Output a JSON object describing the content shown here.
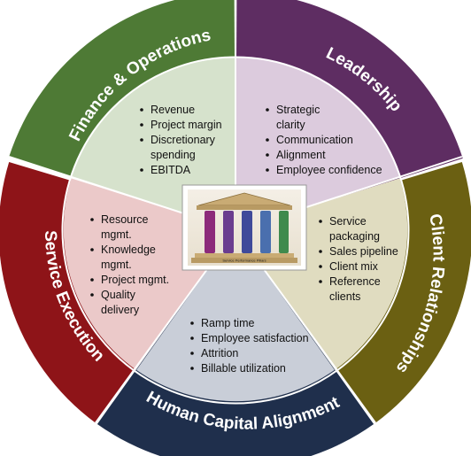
{
  "diagram": {
    "center_caption": "Service Performance Pillars",
    "segments": [
      {
        "key": "finance",
        "label": "Finance & Operations",
        "outer_color": "#4e7a35",
        "inner_color": "#d6e2cc",
        "items": [
          "Revenue",
          "Project margin",
          "Discretionary",
          "spending",
          "EBITDA"
        ],
        "bullets": [
          true,
          true,
          true,
          false,
          true
        ]
      },
      {
        "key": "leadership",
        "label": "Leadership",
        "outer_color": "#5e2d62",
        "inner_color": "#dccbdd",
        "items": [
          "Strategic",
          "clarity",
          "Communication",
          "Alignment",
          "Employee confidence"
        ],
        "bullets": [
          true,
          false,
          true,
          true,
          true
        ]
      },
      {
        "key": "client",
        "label": "Client Relationships",
        "outer_color": "#6b6012",
        "inner_color": "#e0dcc0",
        "items": [
          "Service",
          "packaging",
          "Sales pipeline",
          "Client mix",
          "Reference",
          "clients"
        ],
        "bullets": [
          true,
          false,
          true,
          true,
          true,
          false
        ]
      },
      {
        "key": "human",
        "label": "Human Capital Alignment",
        "outer_color": "#1f2f4c",
        "inner_color": "#c9ced8",
        "items": [
          "Ramp time",
          "Employee satisfaction",
          "Attrition",
          "Billable utilization"
        ],
        "bullets": [
          true,
          true,
          true,
          true
        ]
      },
      {
        "key": "service",
        "label": "Service Execution",
        "outer_color": "#8e1418",
        "inner_color": "#ebc9c9",
        "items": [
          "Resource",
          "mgmt.",
          "Knowledge",
          "mgmt.",
          "Project mgmt.",
          "Quality",
          "delivery"
        ],
        "bullets": [
          true,
          false,
          true,
          false,
          true,
          true,
          false
        ]
      }
    ]
  }
}
